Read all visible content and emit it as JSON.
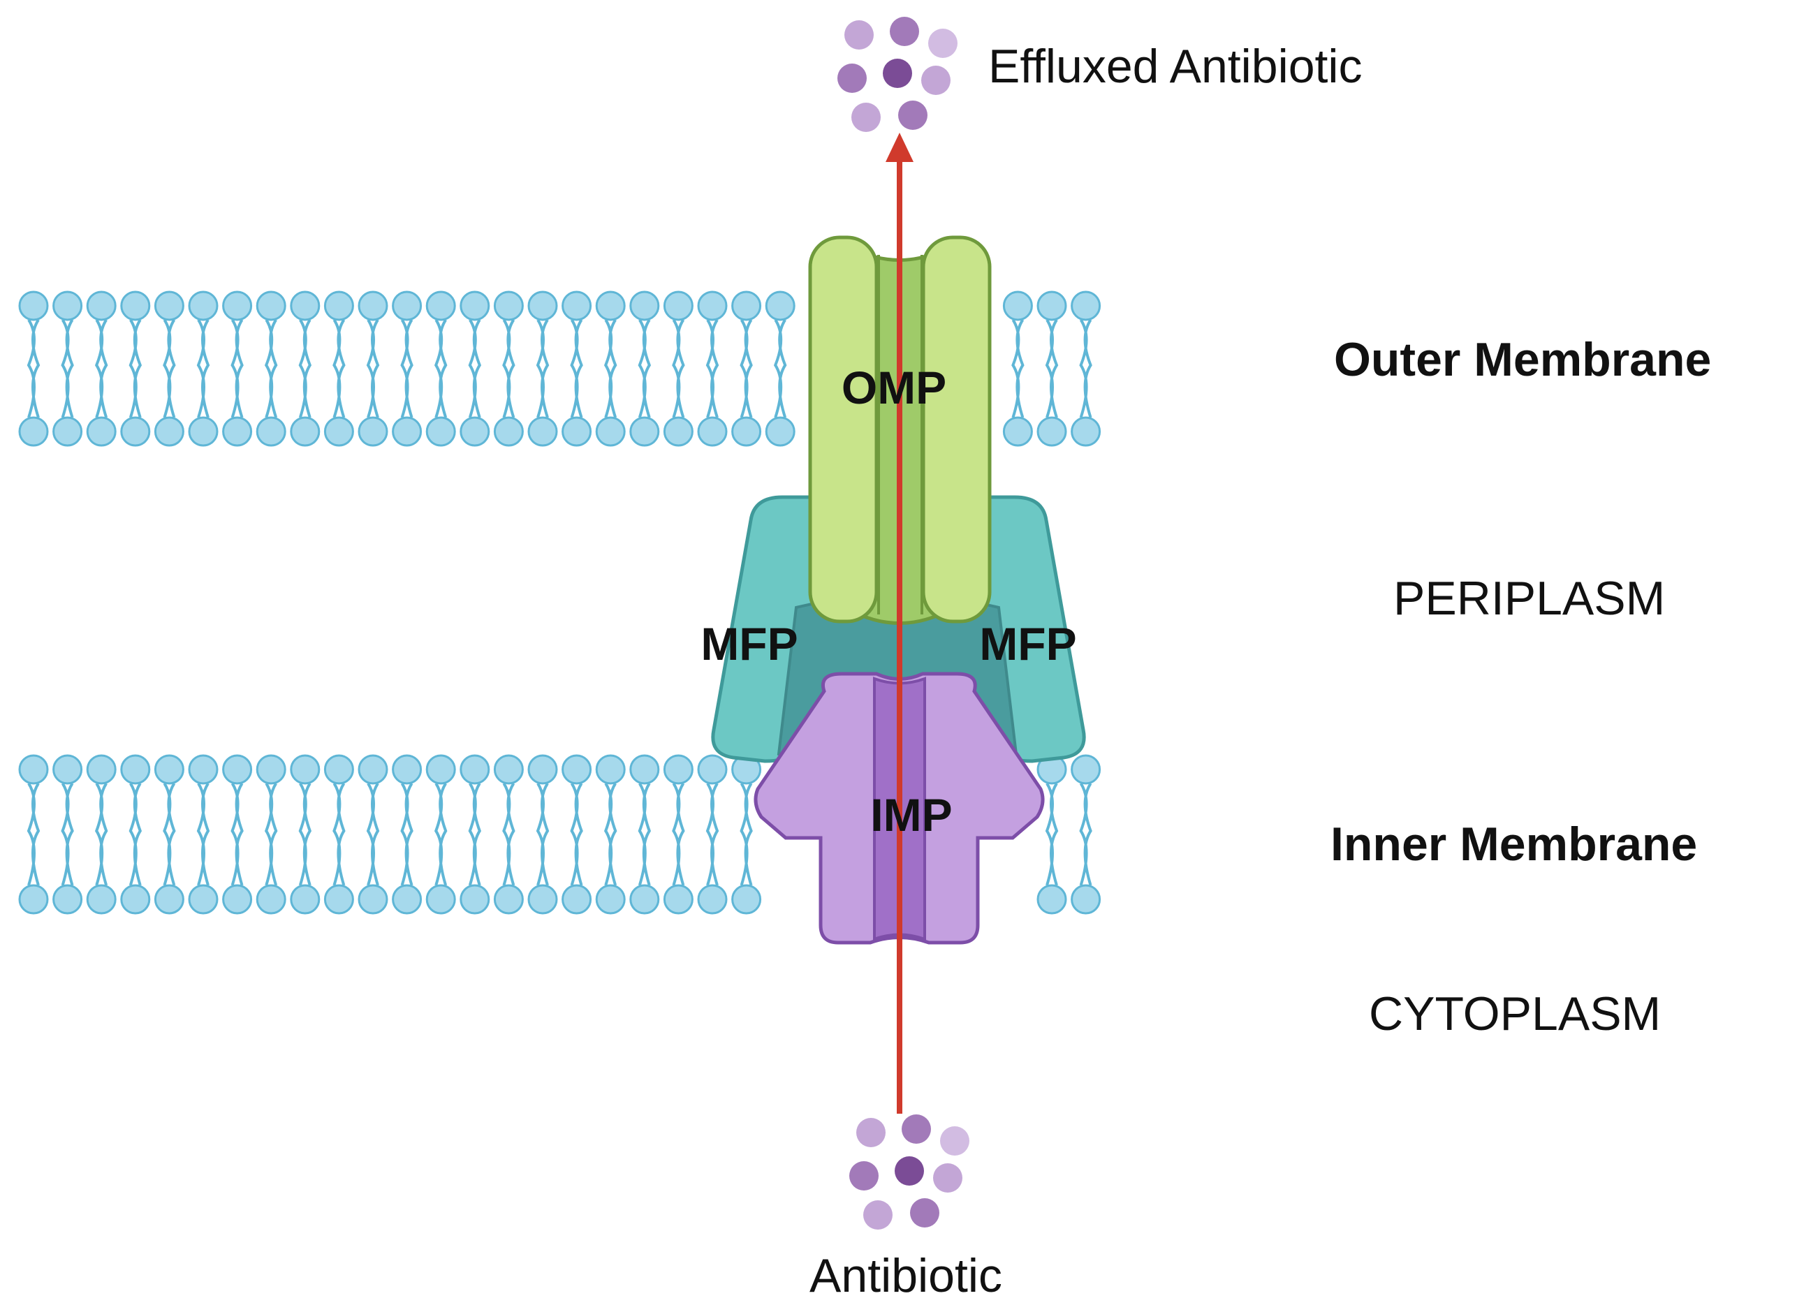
{
  "labels": {
    "effluxed": "Effluxed Antibiotic",
    "outer_membrane": "Outer Membrane",
    "periplasm": "PERIPLASM",
    "inner_membrane": "Inner Membrane",
    "cytoplasm": "CYTOPLASM",
    "antibiotic": "Antibiotic",
    "omp": "OMP",
    "mfp_left": "MFP",
    "mfp_right": "MFP",
    "imp": "IMP"
  },
  "colors": {
    "lipid_head": "#a6d9ec",
    "lipid_stroke": "#5fb6d6",
    "omp": "#c8e48a",
    "omp_dark": "#9fcb69",
    "mfp": "#6cc8c4",
    "mfp_dark": "#4a9c9e",
    "imp": "#c4a0e0",
    "imp_dark": "#a070c8",
    "arrow": "#d03a2c",
    "molecule_dark": "#7b4c96",
    "molecule_mid": "#a27ab9",
    "molecule_light": "#d2bce2"
  }
}
